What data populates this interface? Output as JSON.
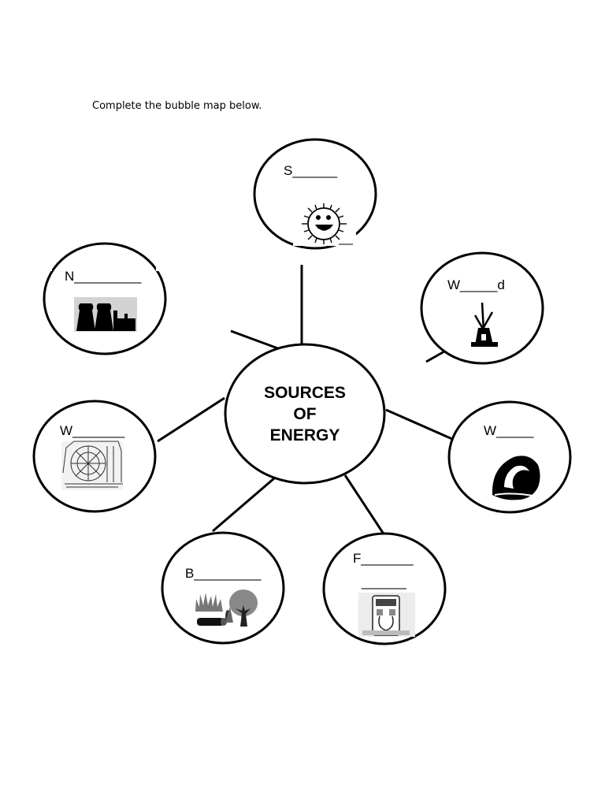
{
  "instruction": "Complete the bubble map below.",
  "center": {
    "line1": "SOURCES",
    "line2": "OF",
    "line3": "ENERGY"
  },
  "bubbles": {
    "solar": {
      "label": "S______",
      "icon": "sun-icon"
    },
    "wind": {
      "label": "W_____d",
      "icon": "windmill-icon"
    },
    "nuclear": {
      "label": "N_________",
      "icon": "power-plant-icon"
    },
    "water_left": {
      "label": "W_______",
      "icon": "water-wheel-icon"
    },
    "water_right": {
      "label": "W_____",
      "icon": "wave-icon"
    },
    "biomass": {
      "label": "B_________",
      "icon": "plants-tree-icon"
    },
    "fossil": {
      "label_line1": "F_______",
      "label_line2": "______",
      "icon": "gas-pump-icon"
    }
  }
}
